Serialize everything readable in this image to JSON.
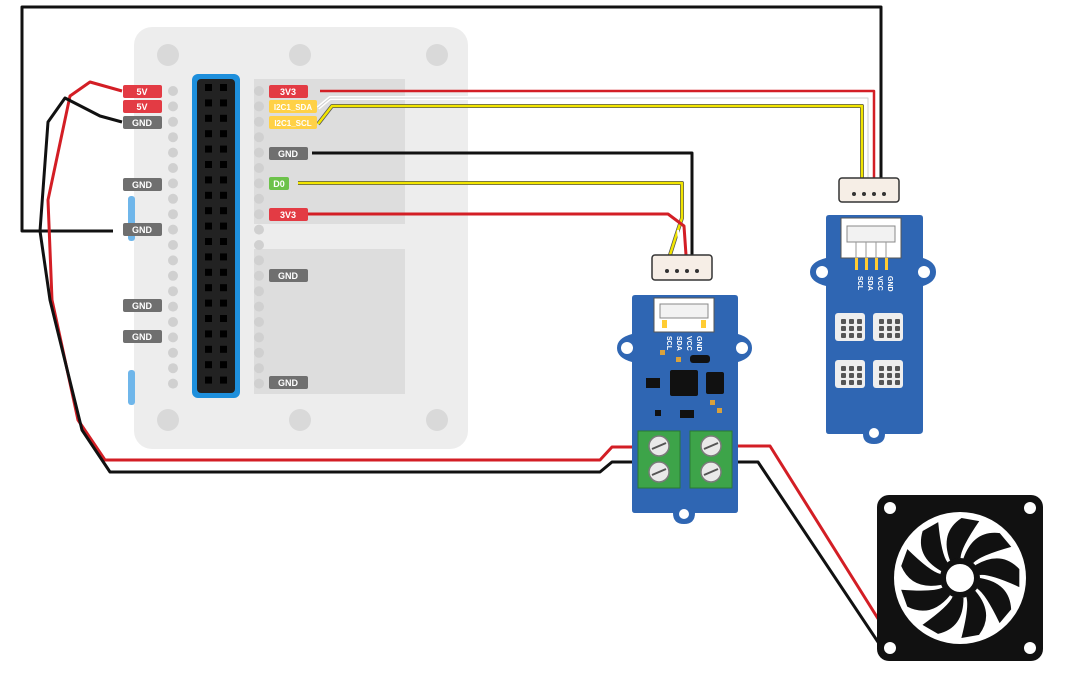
{
  "colors": {
    "red": "#d31e25",
    "black": "#111111",
    "yellow": "#f2e500",
    "white_wire": "#ffffff",
    "label_red": "#e33b44",
    "label_gray": "#6f6f6f",
    "label_yellow": "#ffd147",
    "label_green": "#6cc24a",
    "board_bg": "#ededed",
    "grove_blue": "#2f66b3",
    "header_blue": "#1e8fdc",
    "terminal_green": "#3da449",
    "fan_body": "#111111"
  },
  "hat_labels": {
    "left": [
      "5V",
      "5V",
      "GND",
      "GND",
      "GND",
      "GND",
      "GND"
    ],
    "right": [
      "3V3",
      "I2C1_SDA",
      "I2C1_SCL",
      "GND",
      "D0",
      "3V3",
      "GND",
      "GND"
    ]
  },
  "grove_pins": [
    "SCL",
    "SDA",
    "VCC",
    "GND"
  ],
  "icons": {
    "fan": "fan-icon",
    "connector": "grove-connector-icon",
    "terminal": "screw-terminal-icon"
  }
}
